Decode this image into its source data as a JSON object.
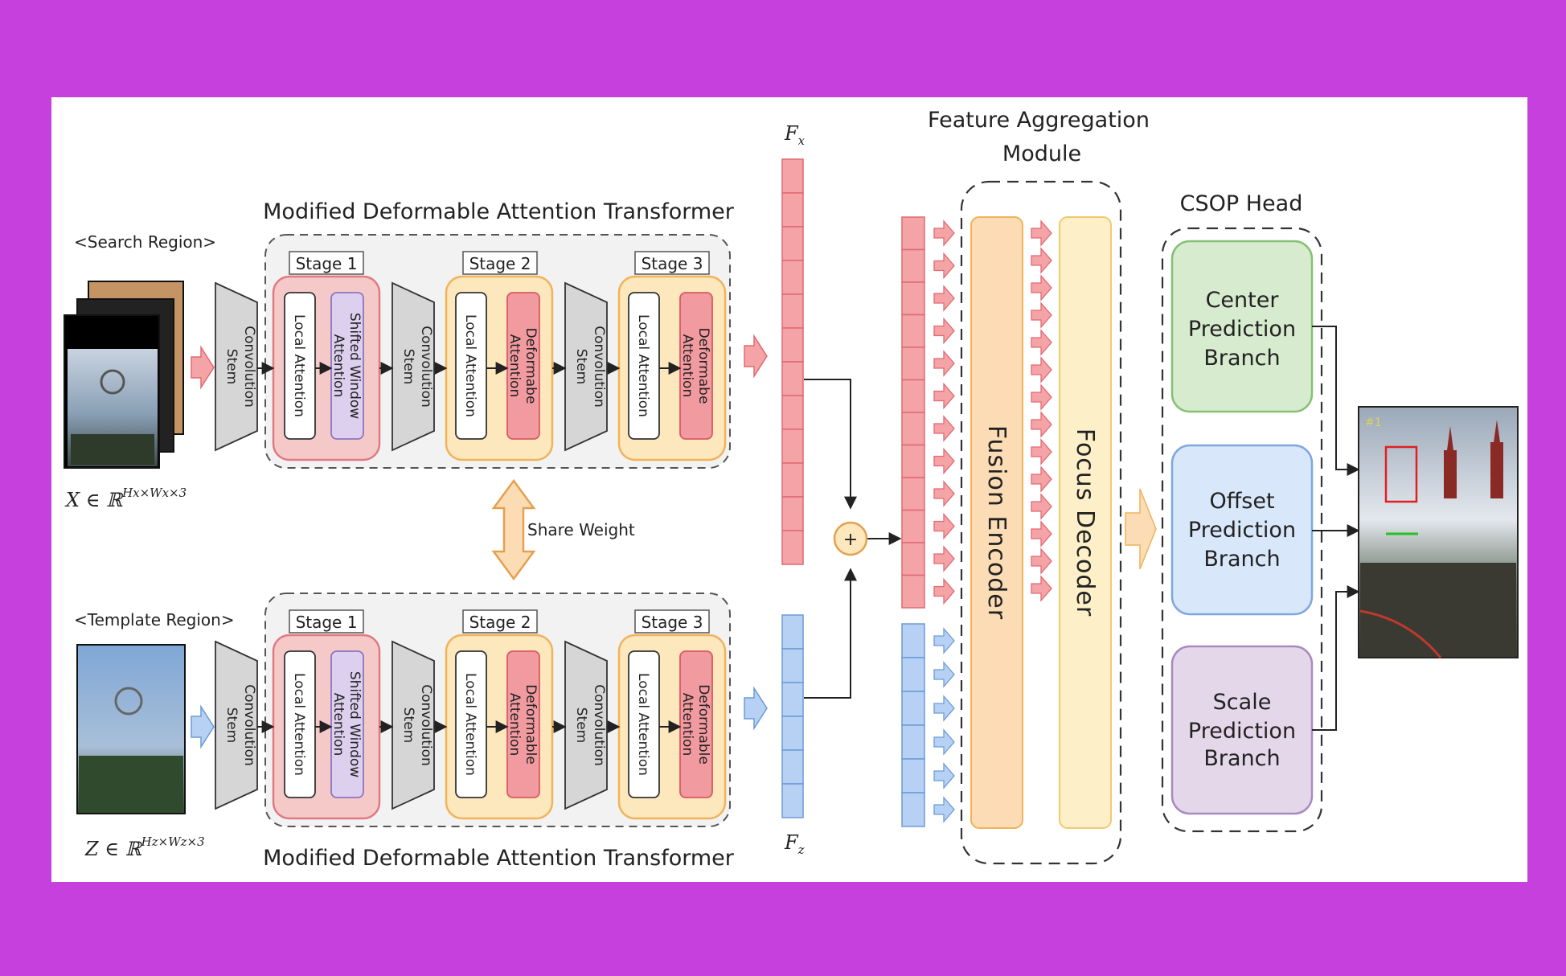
{
  "search_region_label": "<Search Region>",
  "template_region_label": "<Template Region>",
  "search_formula": {
    "main": "X ∈ ℝ",
    "sup": "Hx×Wx×3"
  },
  "template_formula": {
    "main": "Z ∈ ℝ",
    "sup": "Hz×Wz×3"
  },
  "transformer_title": "Modified Deformable Attention Transformer",
  "share_weight_label": "Share Weight",
  "conv_stem_label": [
    "Convolution",
    "Stem"
  ],
  "stages": {
    "search": [
      {
        "tag": "Stage 1",
        "local": "Local Attention",
        "attn": [
          "Shifted Window",
          "Attention"
        ]
      },
      {
        "tag": "Stage 2",
        "local": "Local Attention",
        "attn": [
          "Deformabe",
          "Attention"
        ]
      },
      {
        "tag": "Stage 3",
        "local": "Local Attention",
        "attn": [
          "Deformabe",
          "Attention"
        ]
      }
    ],
    "template": [
      {
        "tag": "Stage 1",
        "local": "Local Attention",
        "attn": [
          "Shifted Window",
          "Attention"
        ]
      },
      {
        "tag": "Stage 2",
        "local": "Local Attention",
        "attn": [
          "Deformable",
          "Attention"
        ]
      },
      {
        "tag": "Stage 3",
        "local": "Local Attention",
        "attn": [
          "Deformable",
          "Attention"
        ]
      }
    ]
  },
  "feature_label_top": {
    "main": "F",
    "sub": "x"
  },
  "feature_label_bottom": {
    "main": "F",
    "sub": "z"
  },
  "plus_symbol": "+",
  "fam_title": [
    "Feature Aggregation",
    "Module"
  ],
  "fusion_encoder_label": "Fusion Encoder",
  "focus_decoder_label": "Focus Decoder",
  "csop_title": "CSOP Head",
  "branches": [
    {
      "lines": [
        "Center",
        "Prediction",
        "Branch"
      ]
    },
    {
      "lines": [
        "Offset",
        "Prediction",
        "Branch"
      ]
    },
    {
      "lines": [
        "Scale",
        "Prediction",
        "Branch"
      ]
    }
  ],
  "output_frame_label": "#1",
  "colors": {
    "background": "#c640de",
    "search_red": "#f4a3a6",
    "template_blue": "#b6d1f3",
    "stage1_fill": "#f6c9c9",
    "stage23_fill": "#fde7bd",
    "attention_red": "#f19aa0",
    "attention_purple": "#dcd0ee",
    "fusion_orange": "#fbdcb5",
    "decoder_yellow": "#fdf0c8",
    "center_green": "#d7ebcf",
    "offset_blue": "#d9e7fb",
    "scale_purple": "#e4d7ea"
  }
}
